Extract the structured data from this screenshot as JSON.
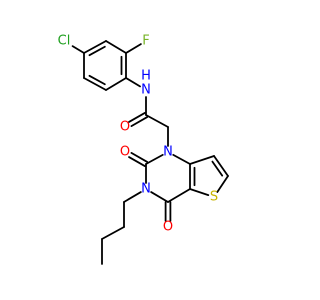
{
  "colors": {
    "background": "#ffffff",
    "bond": "#000000",
    "C": "#000000",
    "N": "#0000ff",
    "O": "#ff0000",
    "S": "#c8b400",
    "F": "#78b428",
    "Cl": "#1fa01f"
  },
  "atoms": [
    {
      "id": "Cl",
      "label": "Cl",
      "element": "Cl"
    },
    {
      "id": "F",
      "label": "F",
      "element": "F"
    },
    {
      "id": "NH",
      "label": "N",
      "element": "N",
      "suffix": "H"
    },
    {
      "id": "O1",
      "label": "O",
      "element": "O"
    },
    {
      "id": "N1",
      "label": "N",
      "element": "N"
    },
    {
      "id": "O2",
      "label": "O",
      "element": "O"
    },
    {
      "id": "S",
      "label": "S",
      "element": "S"
    },
    {
      "id": "N3",
      "label": "N",
      "element": "N"
    },
    {
      "id": "O3",
      "label": "O",
      "element": "O"
    }
  ]
}
